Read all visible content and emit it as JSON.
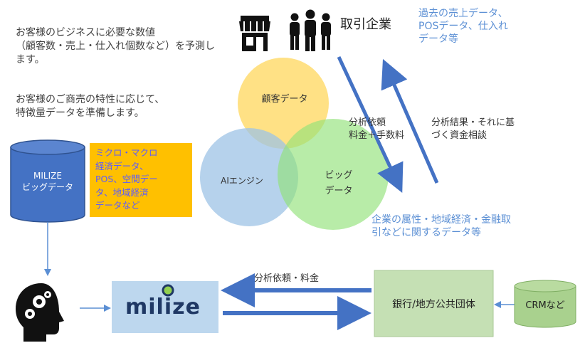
{
  "intro": {
    "line1": "お客様のビジネスに必要な数値\n（顧客数・売上・仕入れ個数など）を予測します。",
    "line2": "お客様のご商売の特性に応じて、\n特徴量データを準備します。"
  },
  "business": {
    "label": "取引企業",
    "note": "過去の売上データ、\nPOSデータ、仕入れ\nデータ等"
  },
  "venn": {
    "customer": "顧客データ",
    "ai": "AIエンジン",
    "bigdata": "ビッグ\nデータ"
  },
  "flow": {
    "request": "分析依頼\n料金＋手数料",
    "result": "分析結果・それに基\nづく資金相談",
    "bank_note": "企業の属性・地域経済・金融取\n引などに関するデータ等",
    "bank_request": "分析依頼・料金"
  },
  "milize_db": {
    "label": "MILIZE\nビッグデータ",
    "note": "ミクロ・マクロ\n経済データ、\nPOS、空間デー\nタ、地域経済\nデータなど"
  },
  "logo": {
    "text": "milize"
  },
  "bank": {
    "label": "銀行/地方公共団体"
  },
  "crm": {
    "label": "CRMなど"
  },
  "colors": {
    "arrow_blue": "#4472c4",
    "db_blue": "#4472c4",
    "note_orange": "#ffc000",
    "venn_yellow": "#ffd966",
    "venn_blue": "#9dc3e6",
    "venn_green": "#92e27a",
    "bank_green": "#c5e0b4",
    "crm_green": "#a9d18e",
    "logo_navy": "#1f3864",
    "logo_green": "#92d050"
  },
  "icons": [
    "store-icon",
    "people-icon",
    "head-gears-icon"
  ]
}
